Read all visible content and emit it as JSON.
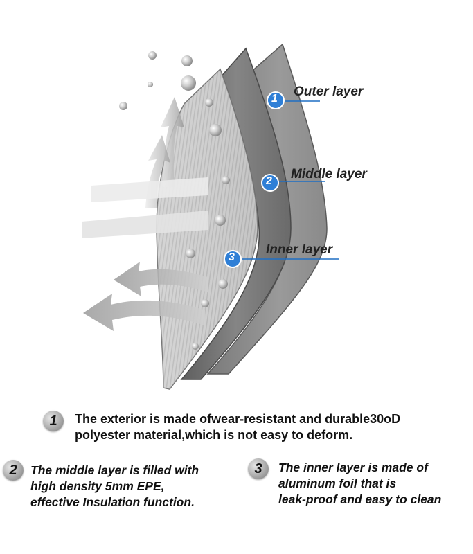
{
  "labels": {
    "outer": {
      "badge": "1",
      "text": "Outer layer"
    },
    "middle": {
      "badge": "2",
      "text": "Middle layer"
    },
    "inner": {
      "badge": "3",
      "text": "Inner layer"
    }
  },
  "descriptions": {
    "exterior": {
      "badge": "1",
      "lines": [
        "The exterior is made ofwear-resistant and durable30oD",
        "polyester material,which is not easy to deform."
      ]
    },
    "middle": {
      "badge": "2",
      "lines": [
        "The middle layer is filled with",
        "high density 5mm EPE,",
        "effective Insulation function."
      ]
    },
    "inner": {
      "badge": "3",
      "lines": [
        "The inner layer is made of",
        "aluminum foil that is",
        "leak-proof and easy to clean"
      ]
    }
  },
  "colors": {
    "badge_blue": "#2f7fd6",
    "outer_layer": "#8a8a8a",
    "middle_layer": "#6e6e6e",
    "inner_layer": "#c9c9c9",
    "leader_line": "#1f6fc4"
  }
}
